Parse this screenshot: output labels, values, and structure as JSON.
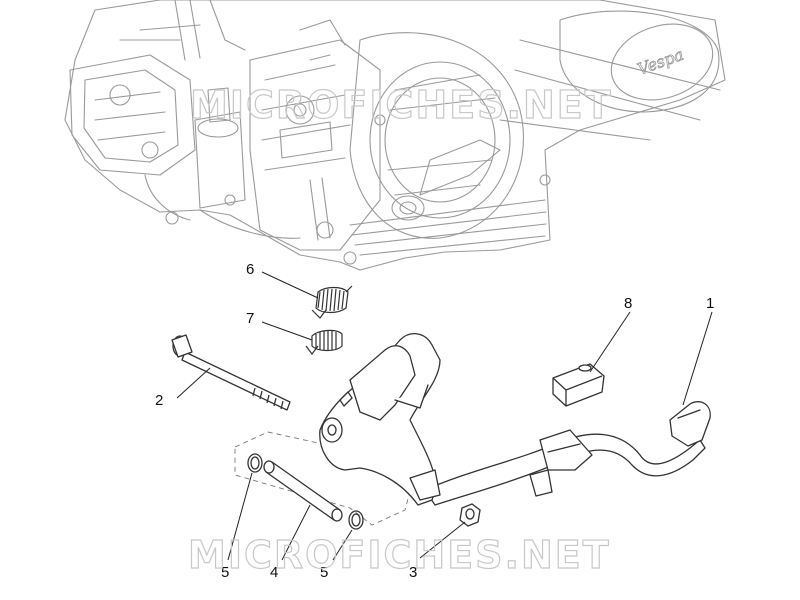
{
  "callouts": [
    {
      "id": "1",
      "label": "1"
    },
    {
      "id": "2",
      "label": "2"
    },
    {
      "id": "3",
      "label": "3"
    },
    {
      "id": "4",
      "label": "4"
    },
    {
      "id": "5a",
      "label": "5"
    },
    {
      "id": "5b",
      "label": "5"
    },
    {
      "id": "6",
      "label": "6"
    },
    {
      "id": "7",
      "label": "7"
    },
    {
      "id": "8",
      "label": "8"
    }
  ],
  "watermark": "MICROFICHES.NET",
  "engine_badge_text": "Vespa",
  "colors": {
    "line": "#333333",
    "engine_line": "#9a9a9a",
    "watermark": "#c8c8c8",
    "background": "#ffffff"
  }
}
